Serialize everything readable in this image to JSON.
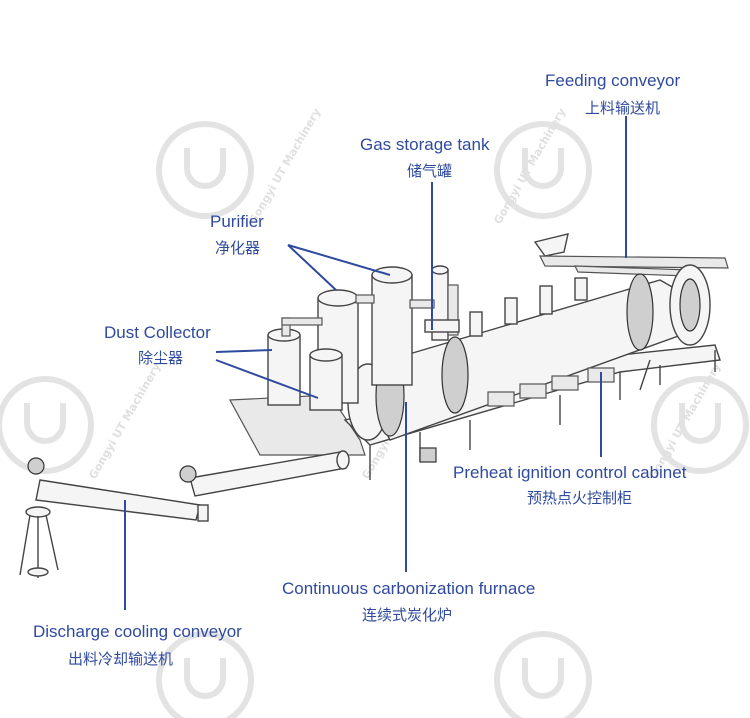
{
  "watermark": {
    "text": "Gongyi UT Machinery",
    "letter": "U"
  },
  "labels": {
    "feeding_conveyor": {
      "en": "Feeding conveyor",
      "cn": "上料输送机"
    },
    "gas_storage_tank": {
      "en": "Gas storage tank",
      "cn": "储气罐"
    },
    "purifier": {
      "en": "Purifier",
      "cn": "净化器"
    },
    "dust_collector": {
      "en": "Dust Collector",
      "cn": "除尘器"
    },
    "preheat_cabinet": {
      "en": "Preheat ignition control cabinet",
      "cn": "预热点火控制柜"
    },
    "carbonization_furnace": {
      "en": "Continuous carbonization furnace",
      "cn": "连续式炭化炉"
    },
    "discharge_conveyor": {
      "en": "Discharge cooling conveyor",
      "cn": "出料冷却输送机"
    }
  },
  "colors": {
    "label": "#2f4a9e",
    "line": "#444444",
    "watermark": "#e3e3e3"
  }
}
